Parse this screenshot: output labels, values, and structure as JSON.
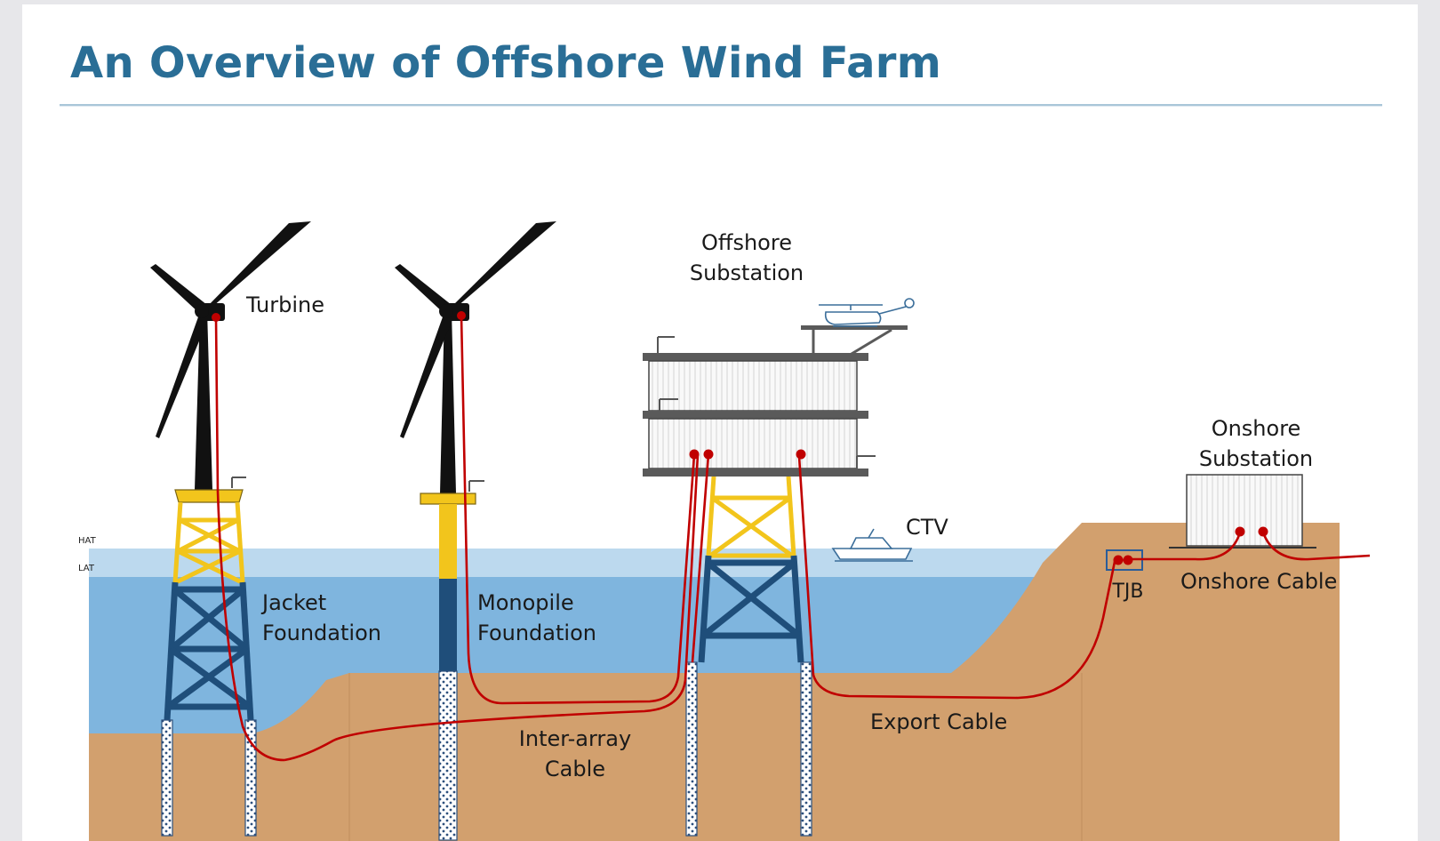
{
  "title": "An Overview of Offshore Wind Farm",
  "labels": {
    "turbine": "Turbine",
    "jacket_line1": "Jacket",
    "jacket_line2": "Foundation",
    "monopile_line1": "Monopile",
    "monopile_line2": "Foundation",
    "offshore_line1": "Offshore",
    "offshore_line2": "Substation",
    "ctv": "CTV",
    "onshore_line1": "Onshore",
    "onshore_line2": "Substation",
    "tjb": "TJB",
    "onshore_cable": "Onshore Cable",
    "export_cable": "Export Cable",
    "interarray_line1": "Inter-array",
    "interarray_line2": "Cable",
    "hat": "HAT",
    "lat": "LAT"
  },
  "colors": {
    "title": "#2a6e96",
    "water_upper": "#bcd9ee",
    "water_lower": "#7fb5de",
    "seabed": "#d2a06e",
    "jacket_upper": "#f2c51c",
    "jacket_lower": "#1f4e7a",
    "cable": "#c00000",
    "tower": "#111111",
    "deck": "#5a5a5a"
  }
}
